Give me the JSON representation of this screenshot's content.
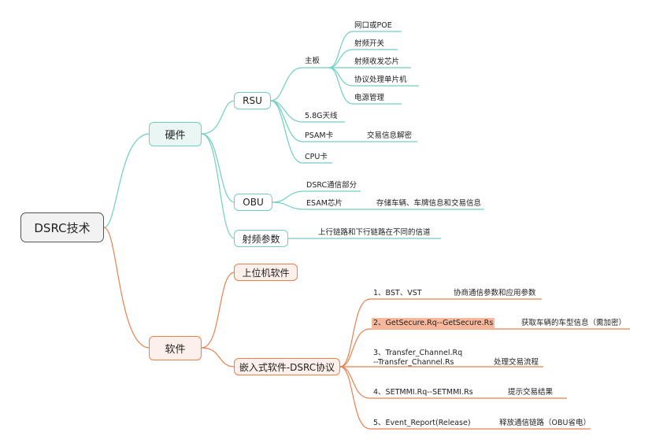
{
  "root": {
    "label": "DSRC技术"
  },
  "hardware": {
    "label": "硬件",
    "rsu": {
      "label": "RSU",
      "mainboard": {
        "label": "主板",
        "items": [
          "网口或POE",
          "射频开关",
          "射频收发芯片",
          "协议处理单片机",
          "电源管理"
        ]
      },
      "antenna": "5.8G天线",
      "psam": {
        "label": "PSAM卡",
        "desc": "交易信息解密"
      },
      "cpu": "CPU卡"
    },
    "obu": {
      "label": "OBU",
      "dsrc_part": "DSRC通信部分",
      "esam": {
        "label": "ESAM芯片",
        "desc": "存储车辆、车牌信息和交易信息"
      }
    },
    "rf_params": {
      "label": "射频参数",
      "desc": "上行链路和下行链路在不同的信道"
    }
  },
  "software": {
    "label": "软件",
    "host": {
      "label": "上位机软件"
    },
    "embedded": {
      "label": "嵌入式软件-DSRC协议",
      "items": [
        {
          "label": "1、BST、VST",
          "desc": "协商通信参数和应用参数"
        },
        {
          "label": "2、GetSecure.Rq--GetSecure.Rs",
          "desc": "获取车辆的车型信息（需加密）",
          "highlight": true
        },
        {
          "label_line1": "3、Transfer_Channel.Rq",
          "label_line2": "--Transfer_Channel.Rs",
          "desc": "处理交易流程"
        },
        {
          "label": "4、SETMMI.Rq--SETMMI.Rs",
          "desc": "提示交易结果"
        },
        {
          "label": "5、Event_Report(Release)",
          "desc": "释放通信链路（OBU省电）"
        }
      ]
    }
  },
  "colors": {
    "teal": "#6fcfc2",
    "orange": "#e8814f",
    "highlight": "#f7b79b"
  }
}
